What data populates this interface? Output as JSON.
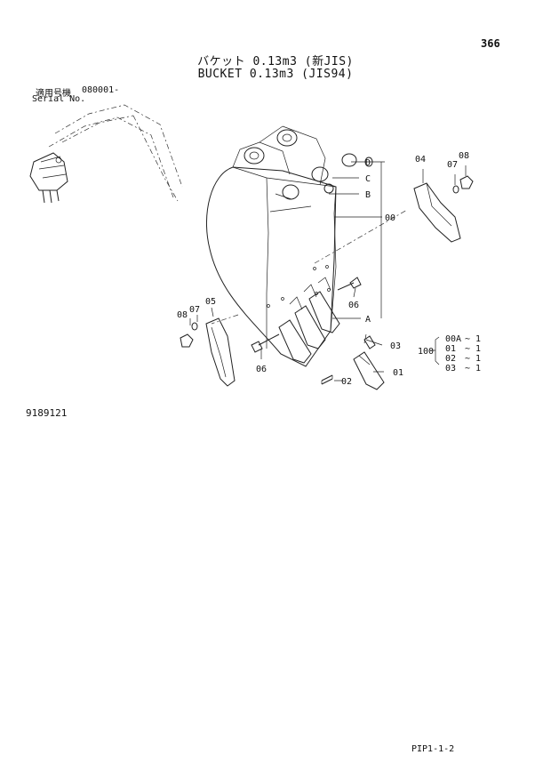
{
  "page": {
    "page_number": "366",
    "title_jp": "バケット 0.13m3 (新JIS)",
    "title_en": "BUCKET 0.13m3 (JIS94)",
    "serial_label_jp": "適用号機",
    "serial_label_en": "Serial No.",
    "serial_value": "080001-",
    "drawing_number": "9189121",
    "page_code": "PIP1-1-2"
  },
  "callouts": {
    "c00": "00",
    "cA": "A",
    "cB": "B",
    "cC": "C",
    "cD": "D",
    "c01": "01",
    "c02": "02",
    "c03": "03",
    "c04": "04",
    "c05": "05",
    "c06a": "06",
    "c06b": "06",
    "c07a": "07",
    "c07b": "07",
    "c08a": "08",
    "c08b": "08"
  },
  "assembly": {
    "group_number": "100",
    "items": [
      {
        "part": "00A",
        "qty": "~ 1"
      },
      {
        "part": "01",
        "qty": "~ 1"
      },
      {
        "part": "02",
        "qty": "~ 1"
      },
      {
        "part": "03",
        "qty": "~ 1"
      }
    ]
  }
}
